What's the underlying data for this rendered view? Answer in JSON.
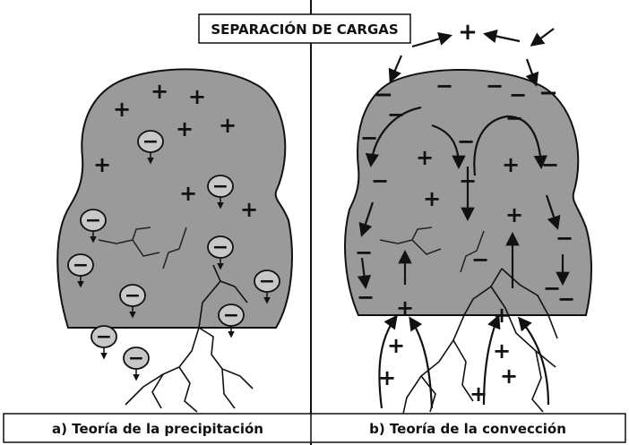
{
  "title": "SEPARACIÓN DE CARGAS",
  "panels": [
    {
      "label": "a) Teoría de la precipitación"
    },
    {
      "label": "b) Teoría de la convección"
    }
  ],
  "symbols": {
    "positive": "+",
    "negative": "−"
  },
  "colors": {
    "cloud_fill": "#9a9a9a",
    "ink": "#111111",
    "background": "#ffffff"
  }
}
